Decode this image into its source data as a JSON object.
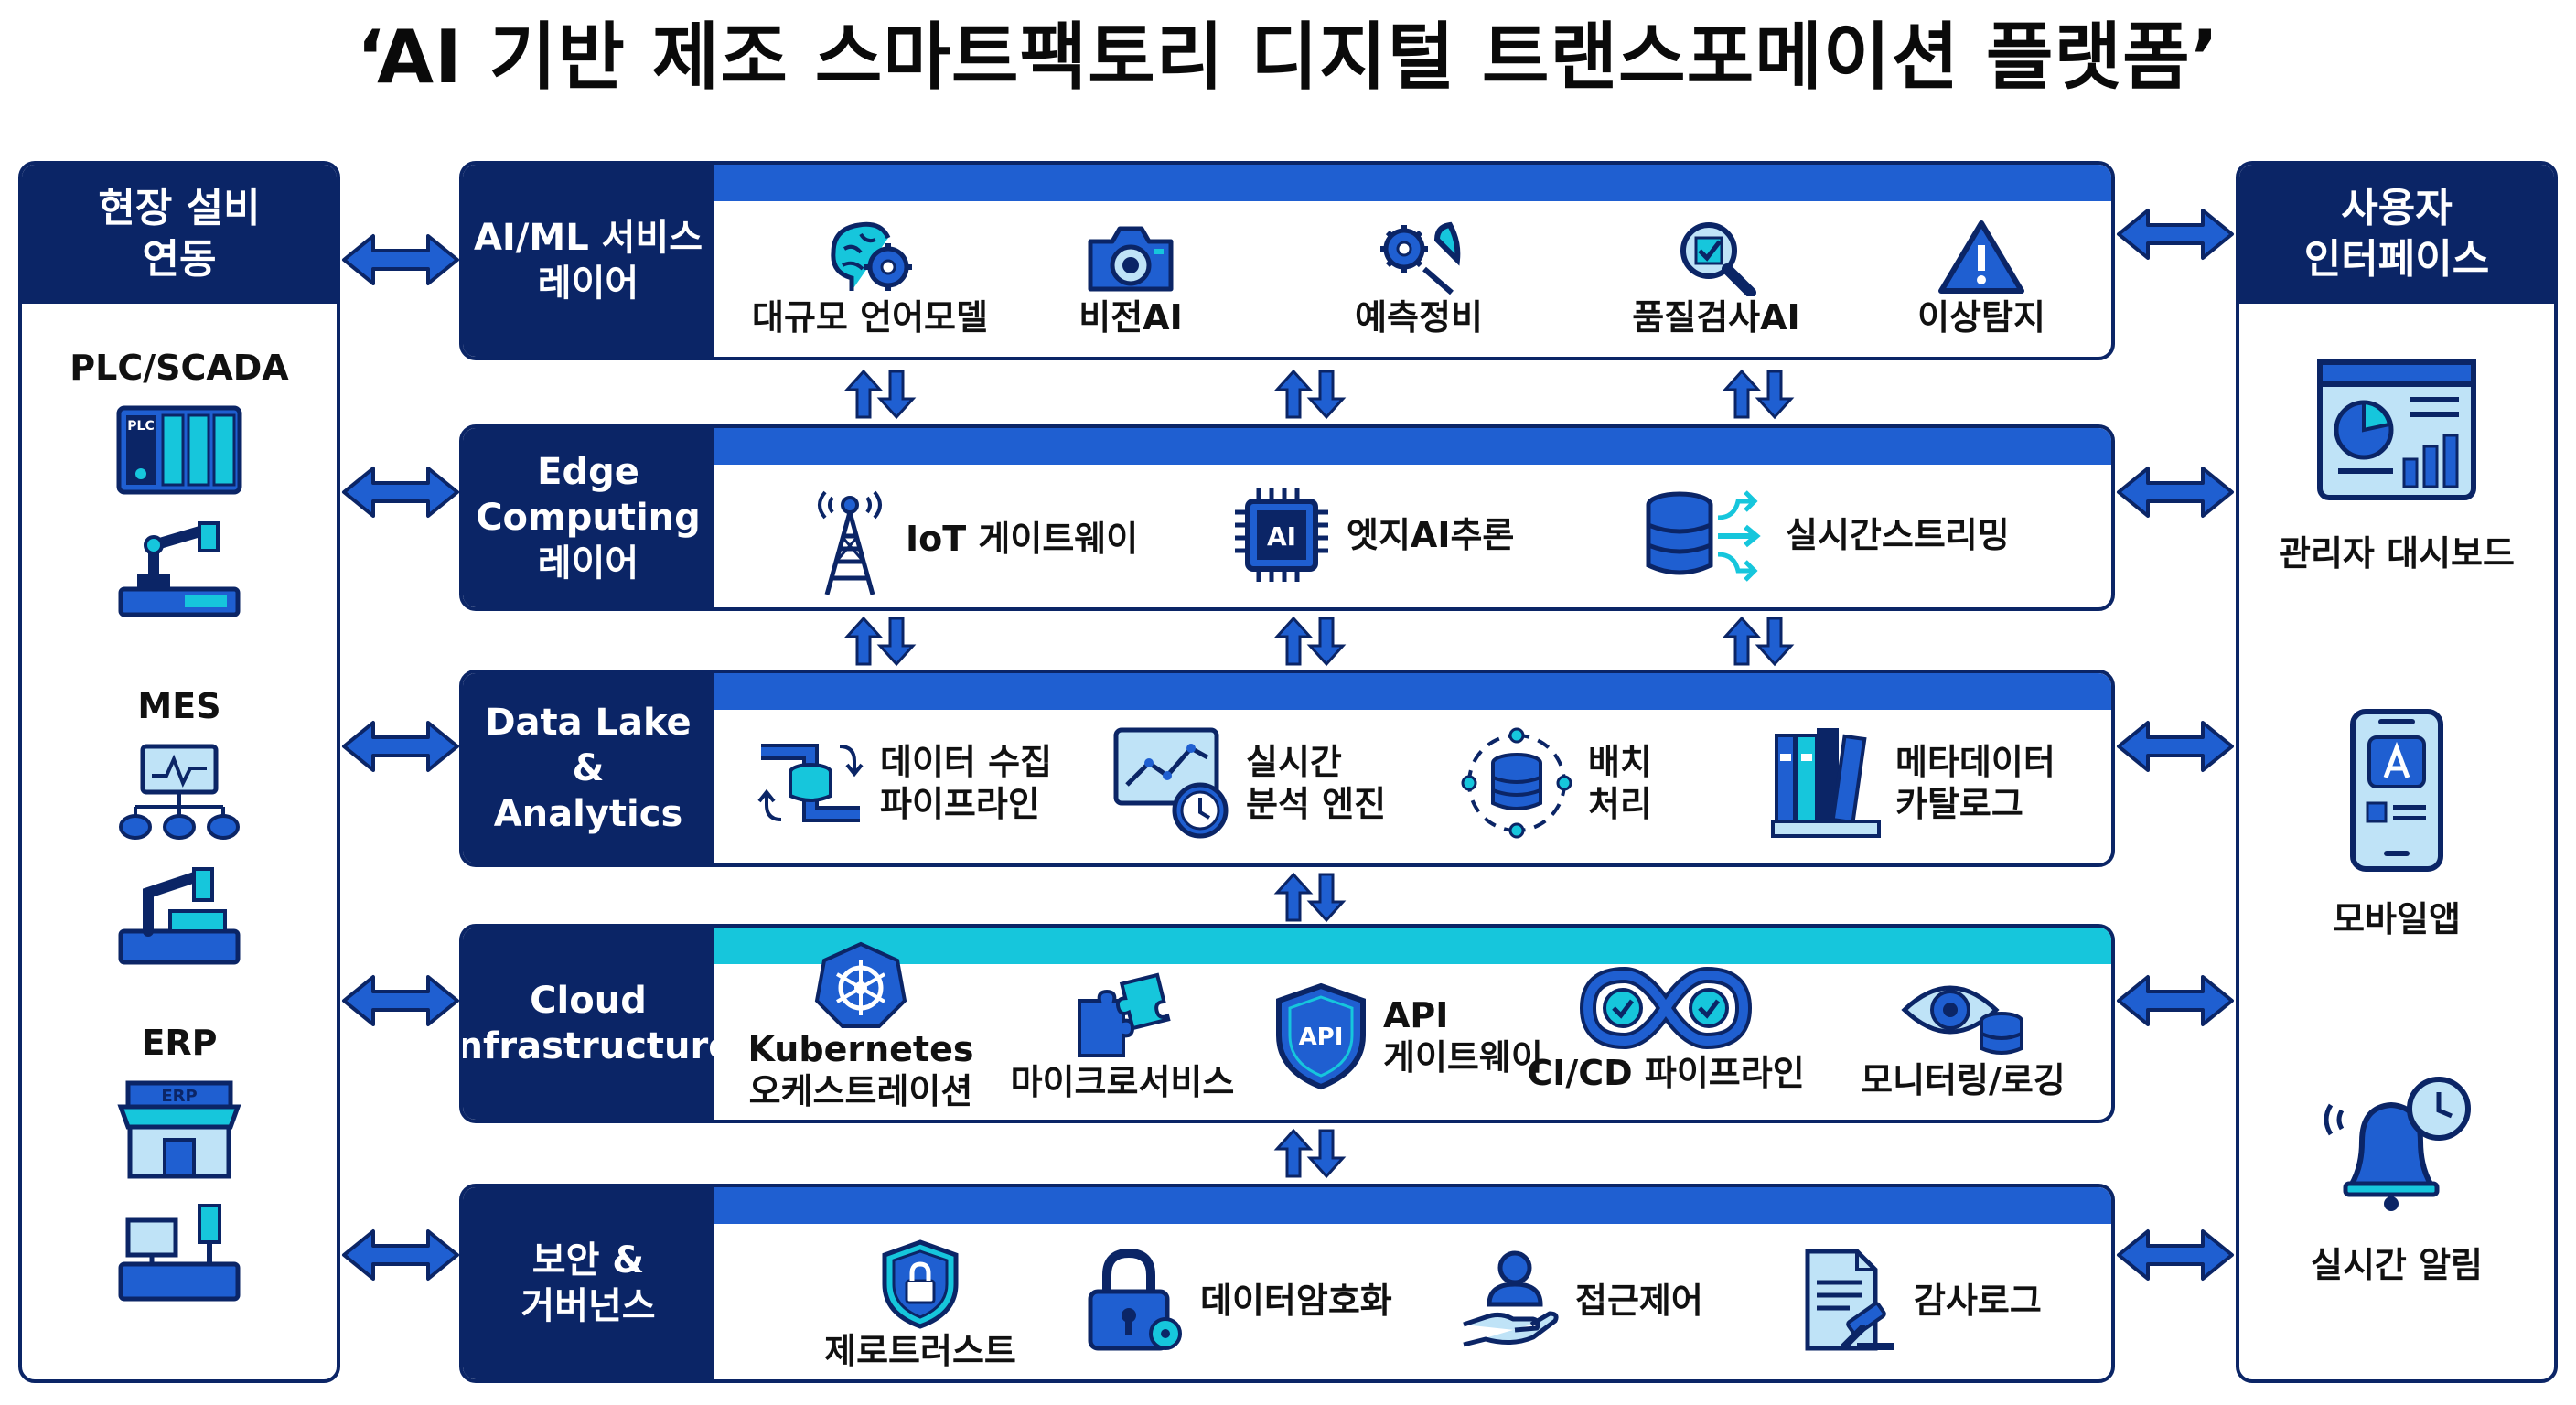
{
  "title": "‘AI 기반 제조 스마트팩토리 디지털 트랜스포메이션 플랫폼’",
  "left_panel": {
    "header_line1": "현장 설비",
    "header_line2": "연동",
    "groups": [
      {
        "label": "PLC/SCADA",
        "icon_text": "PLC"
      },
      {
        "label": "MES"
      },
      {
        "label": "ERP",
        "icon_text": "ERP"
      }
    ]
  },
  "right_panel": {
    "header_line1": "사용자",
    "header_line2": "인터페이스",
    "items": [
      {
        "label": "관리자 대시보드"
      },
      {
        "label": "모바일앱"
      },
      {
        "label": "실시간 알림"
      }
    ]
  },
  "layers": [
    {
      "label_lines": [
        "AI/ML 서비스",
        "레이어"
      ],
      "items": [
        "대규모 언어모델",
        "비전AI",
        "예측정비",
        "품질검사AI",
        "이상탐지"
      ]
    },
    {
      "label_lines": [
        "Edge",
        "Computing",
        "레이어"
      ],
      "items": [
        "IoT 게이트웨이",
        "엣지AI추론",
        "실시간스트리밍"
      ],
      "chip_text": "AI"
    },
    {
      "label_lines": [
        "Data Lake &",
        "Analytics"
      ],
      "items": [
        [
          "데이터 수집",
          "파이프라인"
        ],
        [
          "실시간",
          "분석 엔진"
        ],
        [
          "배치",
          "처리"
        ],
        [
          "메타데이터",
          "카탈로그"
        ]
      ]
    },
    {
      "label_lines": [
        "Cloud",
        "Infrastructure"
      ],
      "items": [
        [
          "Kubernetes",
          "오케스트레이션"
        ],
        "마이크로서비스",
        [
          "API",
          "게이트웨이"
        ],
        "CI/CD 파이프라인",
        "모니터링/로깅"
      ],
      "api_text": "API"
    },
    {
      "label_lines": [
        "보안 &",
        "거버넌스"
      ],
      "items": [
        "제로트러스트",
        "데이터암호화",
        "접근제어",
        "감사로그"
      ]
    }
  ],
  "colors": {
    "navy": "#0b2566",
    "blue": "#1f5fd1",
    "cyan": "#16c6dc",
    "light": "#bfe3f7"
  }
}
